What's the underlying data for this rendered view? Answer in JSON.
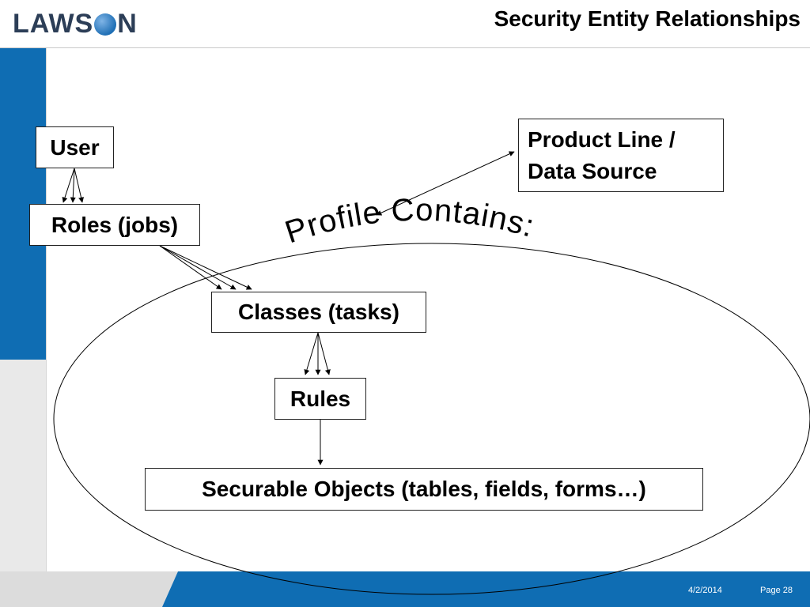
{
  "header": {
    "logo_part1": "LAWS",
    "logo_part2": "N",
    "title": "Security Entity  Relationships"
  },
  "diagram": {
    "user": "User",
    "roles": "Roles (jobs)",
    "classes": "Classes (tasks)",
    "rules": "Rules",
    "securable_objects": "Securable Objects (tables, fields, forms…)",
    "product_line_line1": "Product Line /",
    "product_line_line2": "Data Source",
    "profile_contains": "Profile Contains:"
  },
  "footer": {
    "date": "4/2/2014",
    "page": "Page 28"
  },
  "colors": {
    "accent_blue": "#0f6db3",
    "logo_text": "#2c3e57"
  }
}
